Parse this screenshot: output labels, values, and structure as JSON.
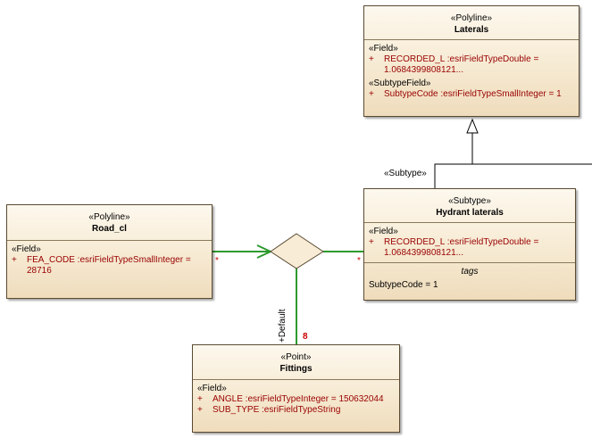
{
  "laterals": {
    "stereotype": "«Polyline»",
    "name": "Laterals",
    "field_section": "«Field»",
    "field_attr_plus": "+",
    "field_attr_line1": "RECORDED_L  :esriFieldTypeDouble =",
    "field_attr_line2": "1.0684399808121...",
    "subtype_section": "«SubtypeField»",
    "subtype_attr_plus": "+",
    "subtype_attr": "SubtypeCode  :esriFieldTypeSmallInteger = 1"
  },
  "road_cl": {
    "stereotype": "«Polyline»",
    "name": "Road_cl",
    "field_section": "«Field»",
    "attr_plus": "+",
    "attr_line1": "FEA_CODE  :esriFieldTypeSmallInteger =",
    "attr_line2": "28716"
  },
  "hydrant": {
    "stereotype": "«Subtype»",
    "name": "Hydrant laterals",
    "field_section": "«Field»",
    "attr_plus": "+",
    "attr_line1": "RECORDED_L  :esriFieldTypeDouble =",
    "attr_line2": "1.0684399808121...",
    "tags_title": "tags",
    "tag_value": "SubtypeCode = 1"
  },
  "fittings": {
    "stereotype": "«Point»",
    "name": "Fittings",
    "field_section": "«Field»",
    "attr1_plus": "+",
    "attr1": "ANGLE  :esriFieldTypeInteger = 150632044",
    "attr2_plus": "+",
    "attr2": "SUB_TYPE  :esriFieldTypeString"
  },
  "connectors": {
    "subtype_label": "«Subtype»",
    "default_label": "+Default",
    "mult_road": "*",
    "mult_hydrant": "*",
    "mult_fittings": "8"
  },
  "colors": {
    "association": "#2e9a2e",
    "generalization": "#000000",
    "attribute": "#990000",
    "multiplicity": "#cc0000"
  }
}
